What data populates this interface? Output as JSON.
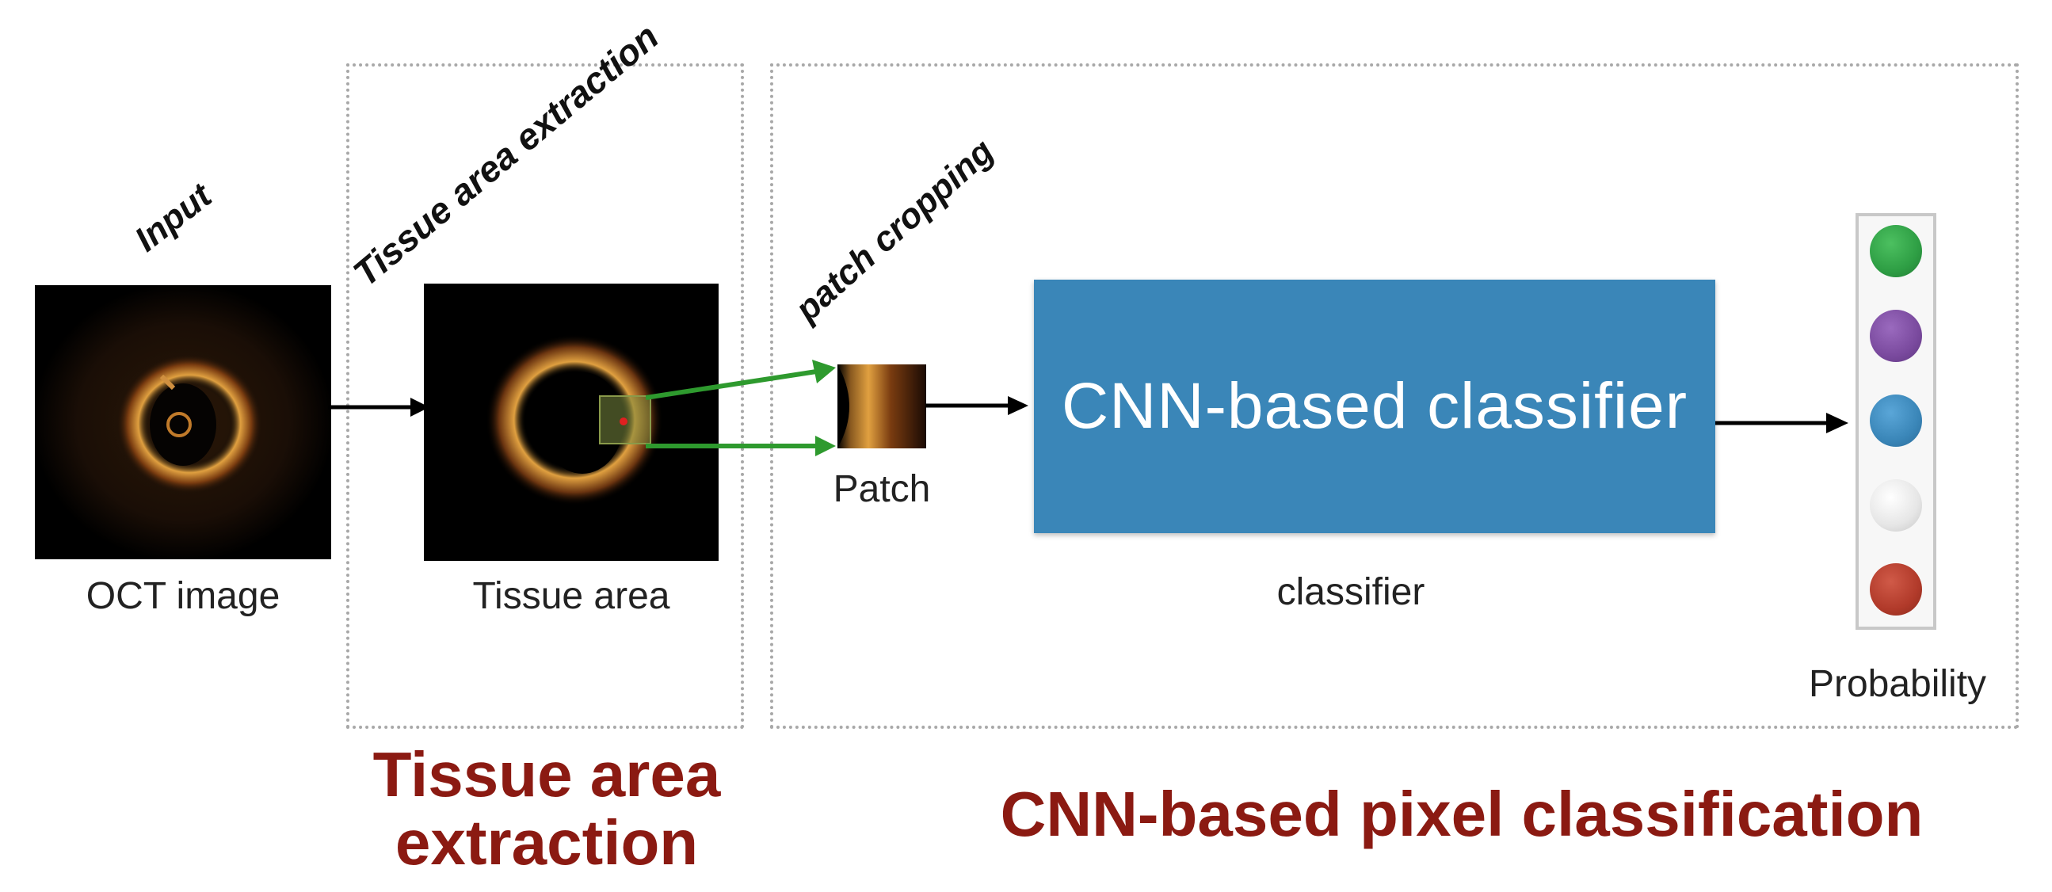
{
  "labels": {
    "input": "Input",
    "tissue_step": "Tissue area extraction",
    "patch_step": "patch cropping",
    "oct_caption": "OCT image",
    "tissue_caption": "Tissue area",
    "patch_caption": "Patch",
    "classifier_box": "CNN-based classifier",
    "classifier_caption": "classifier",
    "probability_caption": "Probability"
  },
  "sections": {
    "tissue_line1": "Tissue area",
    "tissue_line2": "extraction",
    "cnn": "CNN-based pixel classification"
  },
  "colors": {
    "section_title": "#8b1a12",
    "classifier_box": "#3a86b8",
    "arrow_green": "#2e9a2e",
    "probability_dots": [
      "#2e9e44",
      "#7a4a9e",
      "#3a86b8",
      "#e6e6e6",
      "#b13a2a"
    ]
  }
}
